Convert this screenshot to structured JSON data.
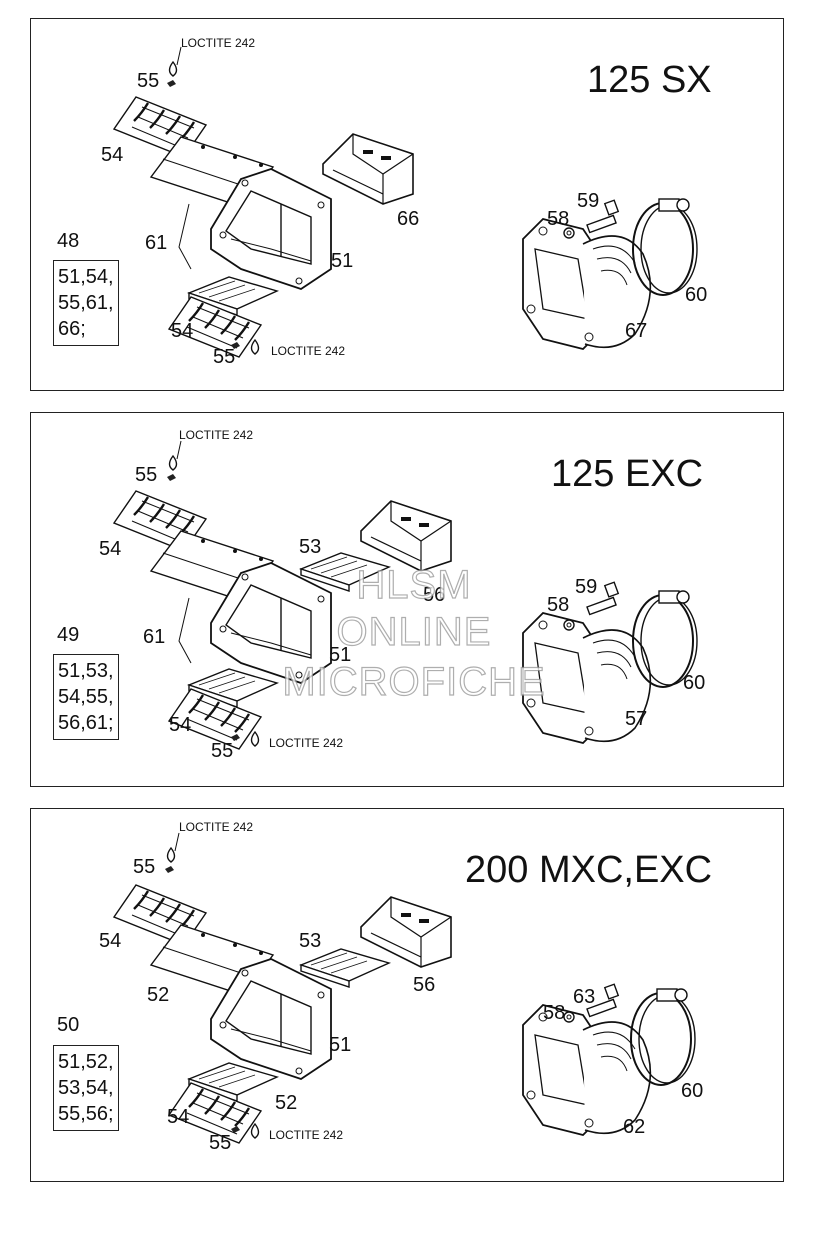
{
  "panels": [
    {
      "model": "125 SX",
      "loctite": "LOCTITE 242",
      "kit_number": "48",
      "kit_lines": [
        "51,54,",
        "55,61,",
        "66;"
      ],
      "labels": {
        "p55a": "55",
        "p54a": "54",
        "p61": "61",
        "p51": "51",
        "p54b": "54",
        "p55b": "55",
        "p66": "66",
        "p59": "59",
        "p58": "58",
        "p60": "60",
        "p67": "67"
      }
    },
    {
      "model": "125 EXC",
      "loctite": "LOCTITE 242",
      "kit_number": "49",
      "kit_lines": [
        "51,53,",
        "54,55,",
        "56,61;"
      ],
      "labels": {
        "p55a": "55",
        "p54a": "54",
        "p61": "61",
        "p51": "51",
        "p54b": "54",
        "p55b": "55",
        "p53": "53",
        "p56": "56",
        "p59": "59",
        "p58": "58",
        "p60": "60",
        "p57": "57"
      }
    },
    {
      "model": "200 MXC,EXC",
      "loctite": "LOCTITE 242",
      "kit_number": "50",
      "kit_lines": [
        "51,52,",
        "53,54,",
        "55,56;"
      ],
      "labels": {
        "p55a": "55",
        "p54a": "54",
        "p52a": "52",
        "p51": "51",
        "p52b": "52",
        "p54b": "54",
        "p55b": "55",
        "p53": "53",
        "p56": "56",
        "p63": "63",
        "p58": "58",
        "p60": "60",
        "p62": "62"
      }
    }
  ],
  "watermark": {
    "line1": "HLSM",
    "line2": "ONLINE",
    "line3": "MICROFICHE"
  }
}
